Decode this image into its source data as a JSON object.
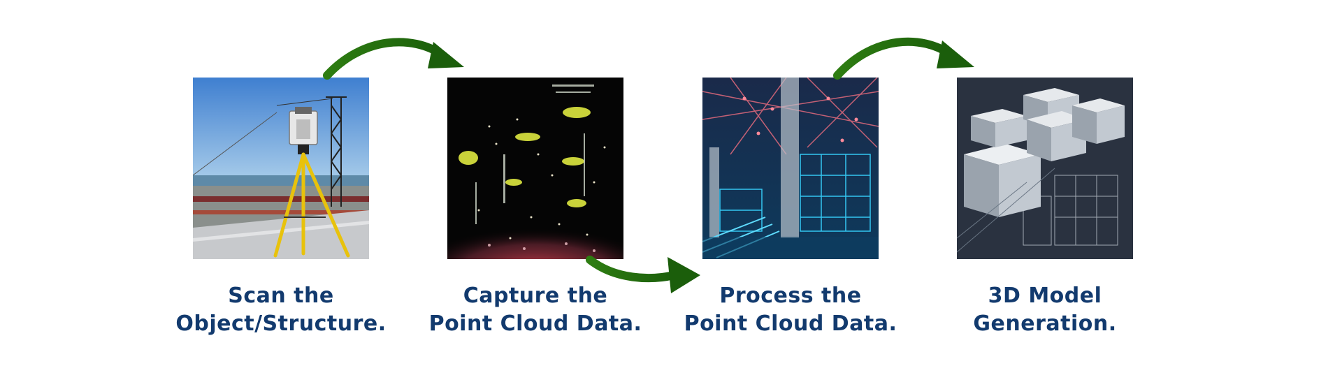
{
  "steps": [
    {
      "label_line1": "Scan the",
      "label_line2": "Object/Structure.",
      "icon": "laser-scanner-tripod"
    },
    {
      "label_line1": "Capture the",
      "label_line2": "Point Cloud Data.",
      "icon": "point-cloud"
    },
    {
      "label_line1": "Process the",
      "label_line2": "Point Cloud Data.",
      "icon": "processed-point-cloud"
    },
    {
      "label_line1": "3D Model",
      "label_line2": "Generation.",
      "icon": "3d-model"
    }
  ],
  "colors": {
    "label": "#123a6e",
    "arrow": "#2e7d12",
    "arrow_dark": "#1b5e0b"
  }
}
